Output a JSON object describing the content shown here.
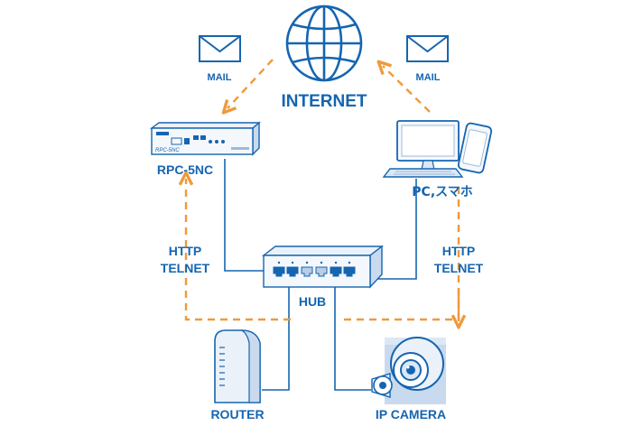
{
  "labels": {
    "internet": "INTERNET",
    "mail_left": "MAIL",
    "mail_right": "MAIL",
    "rpc": "RPC-5NC",
    "pc": "PC,スマホ",
    "hub": "HUB",
    "router": "ROUTER",
    "camera": "IP CAMERA",
    "proto_left_1": "HTTP",
    "proto_left_2": "TELNET",
    "proto_right_1": "HTTP",
    "proto_right_2": "TELNET",
    "device_badge": "RPC-5NC"
  },
  "colors": {
    "blue": "#1565b0",
    "light_blue": "#dbe8f6",
    "orange": "#ee9a3c"
  },
  "icons": [
    "globe-icon",
    "envelope-icon",
    "monitor-icon",
    "smartphone-icon",
    "hub-icon",
    "router-icon",
    "camera-icon"
  ]
}
